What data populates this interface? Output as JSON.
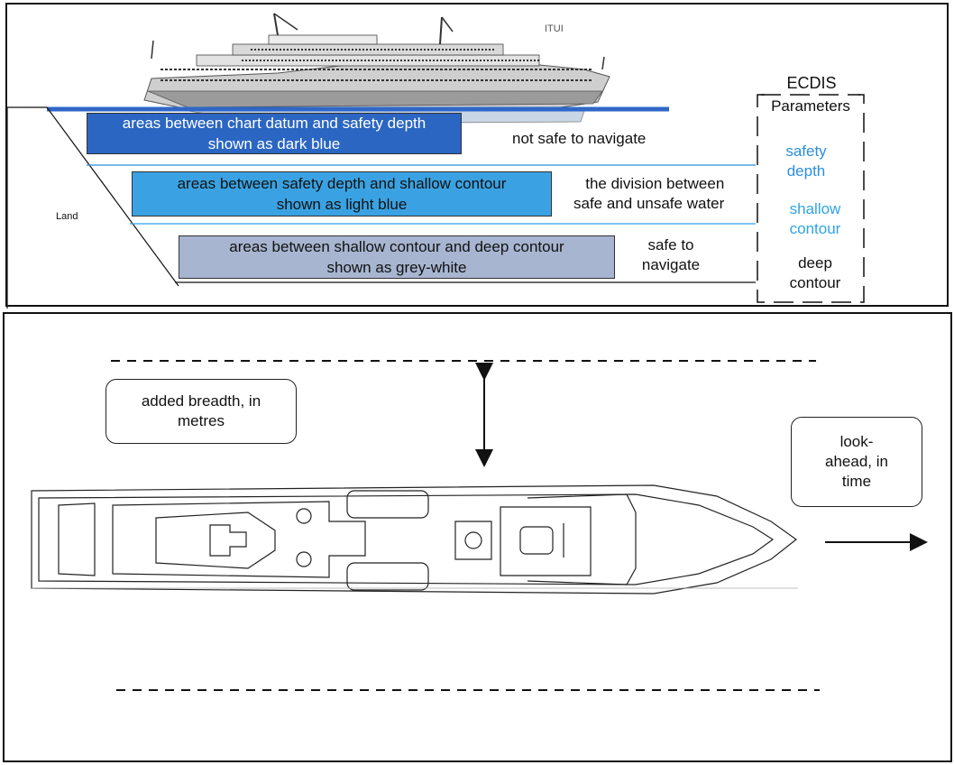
{
  "colors": {
    "dark_blue": "#2b66c2",
    "light_blue": "#3aa2e2",
    "grey_white": "#a7b5d0",
    "safety_depth_text": "#2b8fd8",
    "shallow_contour_text": "#2fa4e6",
    "waterline": "#2f67c8"
  },
  "top": {
    "ship_label": "ITUI",
    "land_label": "Land",
    "ecdis_title": "ECDIS",
    "ecdis_subtitle": "Parameters",
    "zones": [
      {
        "text": "areas between chart datum and safety depth\nshown as dark blue",
        "note": "not safe to navigate"
      },
      {
        "text": "areas between safety depth and shallow contour\nshown as light blue",
        "note": "the division between\nsafe and unsafe water"
      },
      {
        "text": "areas between shallow contour and deep contour\nshown as grey-white",
        "note": "safe to\nnavigate"
      }
    ],
    "parameters": [
      {
        "label": "safety\ndepth"
      },
      {
        "label": "shallow\ncontour"
      },
      {
        "label": "deep\ncontour"
      }
    ]
  },
  "bottom": {
    "breadth_label": "added breadth, in\nmetres",
    "lookahead_label": "look-\nahead, in\ntime"
  }
}
